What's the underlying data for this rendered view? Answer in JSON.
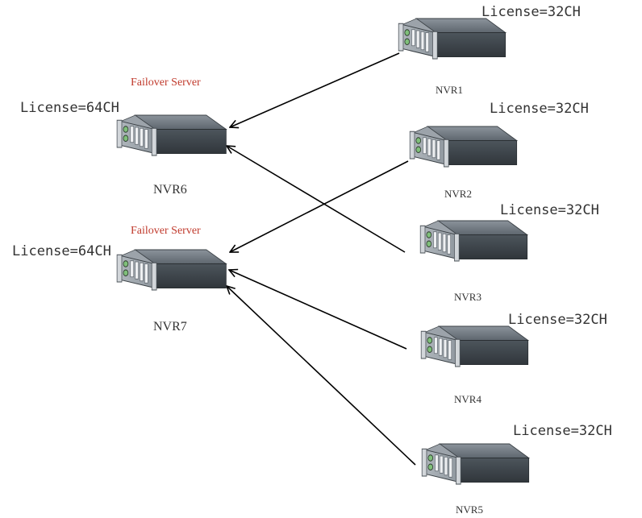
{
  "failover_servers": [
    {
      "id": "nvr6",
      "role_label": "Failover  Server",
      "license": "License=64CH",
      "name": "NVR6"
    },
    {
      "id": "nvr7",
      "role_label": "Failover Server",
      "license": "License=64CH",
      "name": "NVR7"
    }
  ],
  "recorders": [
    {
      "id": "nvr1",
      "license": "License=32CH",
      "name": "NVR1",
      "failover_target": "NVR6"
    },
    {
      "id": "nvr2",
      "license": "License=32CH",
      "name": "NVR2",
      "failover_target": "NVR7"
    },
    {
      "id": "nvr3",
      "license": "License=32CH",
      "name": "NVR3",
      "failover_target": "NVR6"
    },
    {
      "id": "nvr4",
      "license": "License=32CH",
      "name": "NVR4",
      "failover_target": "NVR7"
    },
    {
      "id": "nvr5",
      "license": "License=32CH",
      "name": "NVR5",
      "failover_target": "NVR7"
    }
  ],
  "colors": {
    "failover_label": "#c0392b",
    "server_front": "#9aa1a8",
    "server_top": "#6f777f",
    "server_side": "#3f464d",
    "arrow": "#000000"
  },
  "icons": {
    "server": "rack-server-icon"
  }
}
